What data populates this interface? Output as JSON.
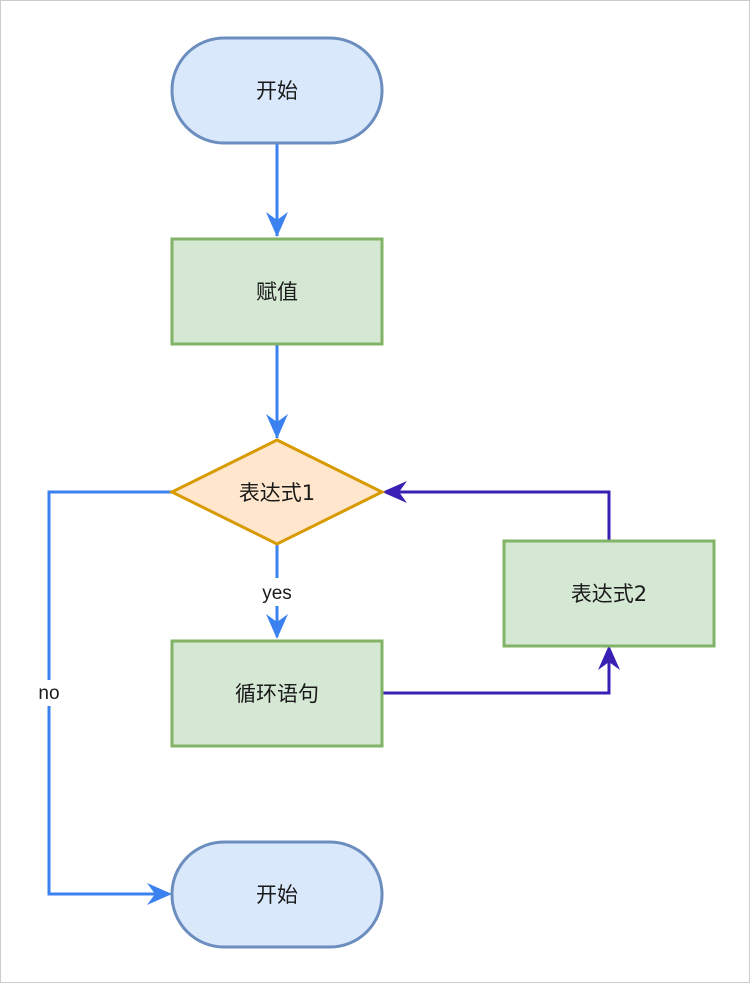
{
  "diagram": {
    "type": "flowchart",
    "colors": {
      "terminal_fill": "#dae8fc",
      "terminal_stroke": "#6c8ebf",
      "process_fill": "#d5e8d4",
      "process_stroke": "#82b366",
      "decision_fill": "#ffe6cc",
      "decision_stroke": "#d79b00",
      "edge_blue": "#3b82f0",
      "edge_purple": "#3a1fb5"
    },
    "nodes": [
      {
        "id": "start",
        "shape": "terminal",
        "label": "开始"
      },
      {
        "id": "assign",
        "shape": "process",
        "label": "赋值"
      },
      {
        "id": "expr1",
        "shape": "decision",
        "label": "表达式1"
      },
      {
        "id": "loop",
        "shape": "process",
        "label": "循环语句"
      },
      {
        "id": "expr2",
        "shape": "process",
        "label": "表达式2"
      },
      {
        "id": "end",
        "shape": "terminal",
        "label": "开始"
      }
    ],
    "edges": [
      {
        "from": "start",
        "to": "assign",
        "label": ""
      },
      {
        "from": "assign",
        "to": "expr1",
        "label": ""
      },
      {
        "from": "expr1",
        "to": "loop",
        "label": "yes"
      },
      {
        "from": "loop",
        "to": "expr2",
        "label": ""
      },
      {
        "from": "expr2",
        "to": "expr1",
        "label": ""
      },
      {
        "from": "expr1",
        "to": "end",
        "label": "no"
      }
    ]
  }
}
